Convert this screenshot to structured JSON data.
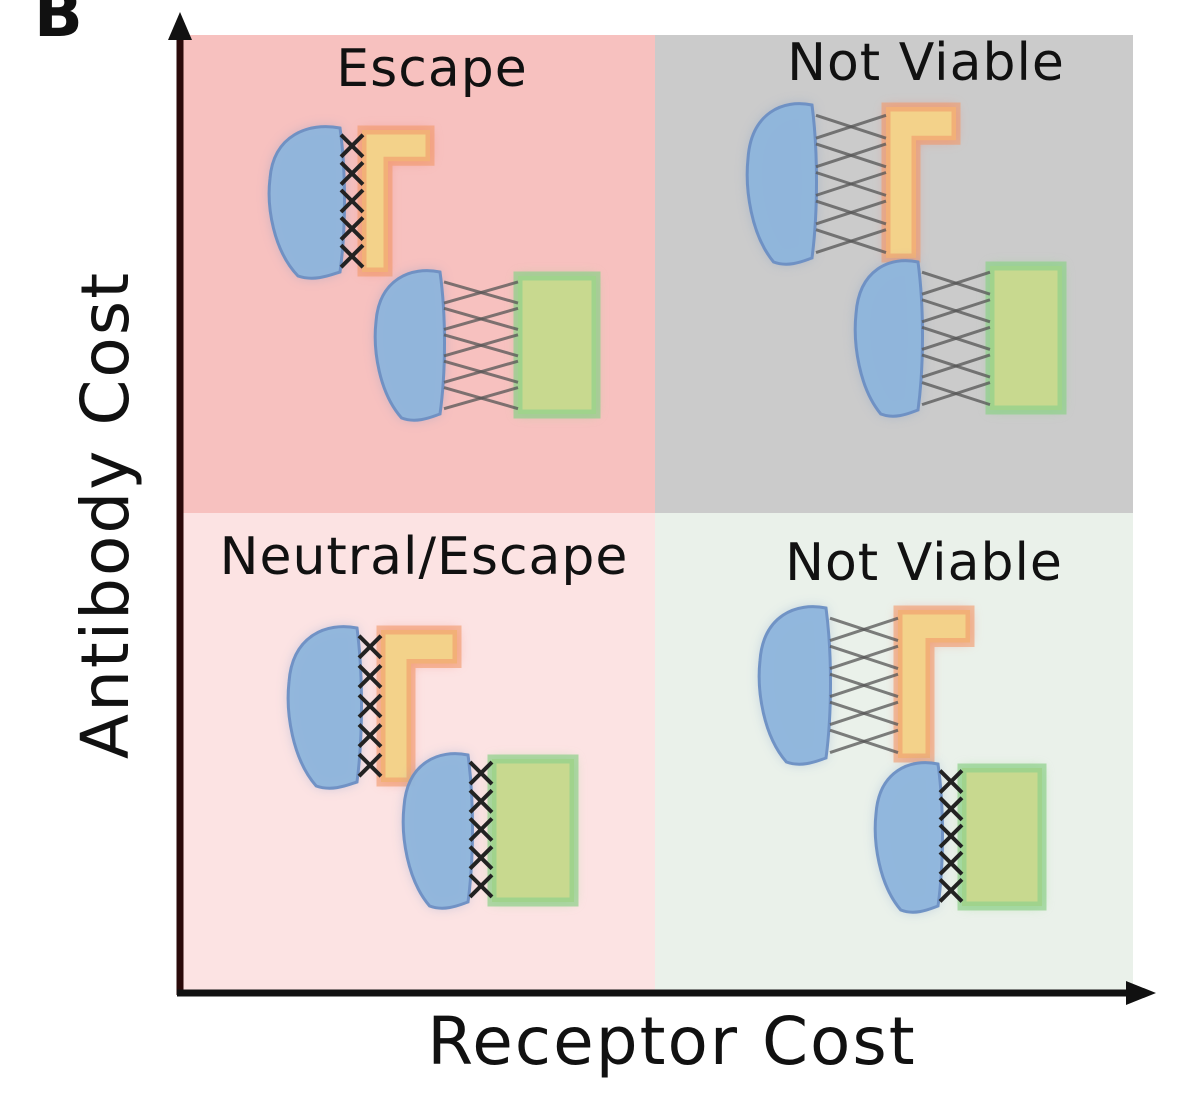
{
  "panel_letter": "B",
  "axes": {
    "x_label": "Receptor Cost",
    "y_label": "Antibody Cost"
  },
  "quadrants": {
    "top_left": {
      "title": "Escape",
      "fill": "#f7c1bf"
    },
    "top_right": {
      "title": "Not Viable",
      "fill": "#cbcbcb"
    },
    "bottom_left": {
      "title": "Neutral/Escape",
      "fill": "#fce3e3"
    },
    "bottom_right": {
      "title": "Not Viable",
      "fill": "#eaf1ea"
    }
  },
  "colors": {
    "protein": "#8fb6dd",
    "protein_edge": "#6b8fc4",
    "antibody": "#f3d28a",
    "antibody_glow": "#f08070",
    "receptor": "#c8d98f",
    "receptor_glow": "#8fd08a",
    "bond": "#555555",
    "broken": "#222222"
  },
  "icons": [
    "protein-blob-icon",
    "antibody-L-icon",
    "receptor-rect-icon",
    "bond-lines-icon",
    "broken-bond-x-icon"
  ]
}
